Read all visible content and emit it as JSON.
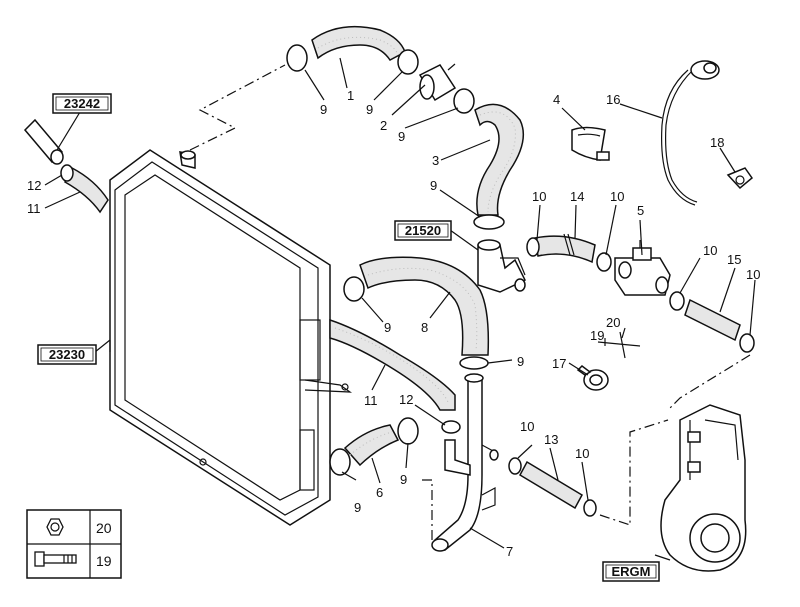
{
  "diagram": {
    "reference_boxes": {
      "ref_23242": "23242",
      "ref_21520": "21520",
      "ref_23230": "23230",
      "ref_ergm": "ERGM"
    },
    "callouts": {
      "c1": "1",
      "c2": "2",
      "c3": "3",
      "c4": "4",
      "c5": "5",
      "c6": "6",
      "c7": "7",
      "c8": "8",
      "c9a": "9",
      "c9b": "9",
      "c9c": "9",
      "c9d": "9",
      "c9e": "9",
      "c9f": "9",
      "c9g": "9",
      "c9h": "9",
      "c10a": "10",
      "c10b": "10",
      "c10c": "10",
      "c10d": "10",
      "c10e": "10",
      "c10f": "10",
      "c11a": "11",
      "c11b": "11",
      "c12a": "12",
      "c12b": "12",
      "c13": "13",
      "c14": "14",
      "c15": "15",
      "c16": "16",
      "c17": "17",
      "c18": "18",
      "c19": "19",
      "c20": "20"
    },
    "legend": {
      "nut_label": "20",
      "bolt_label": "19"
    }
  }
}
